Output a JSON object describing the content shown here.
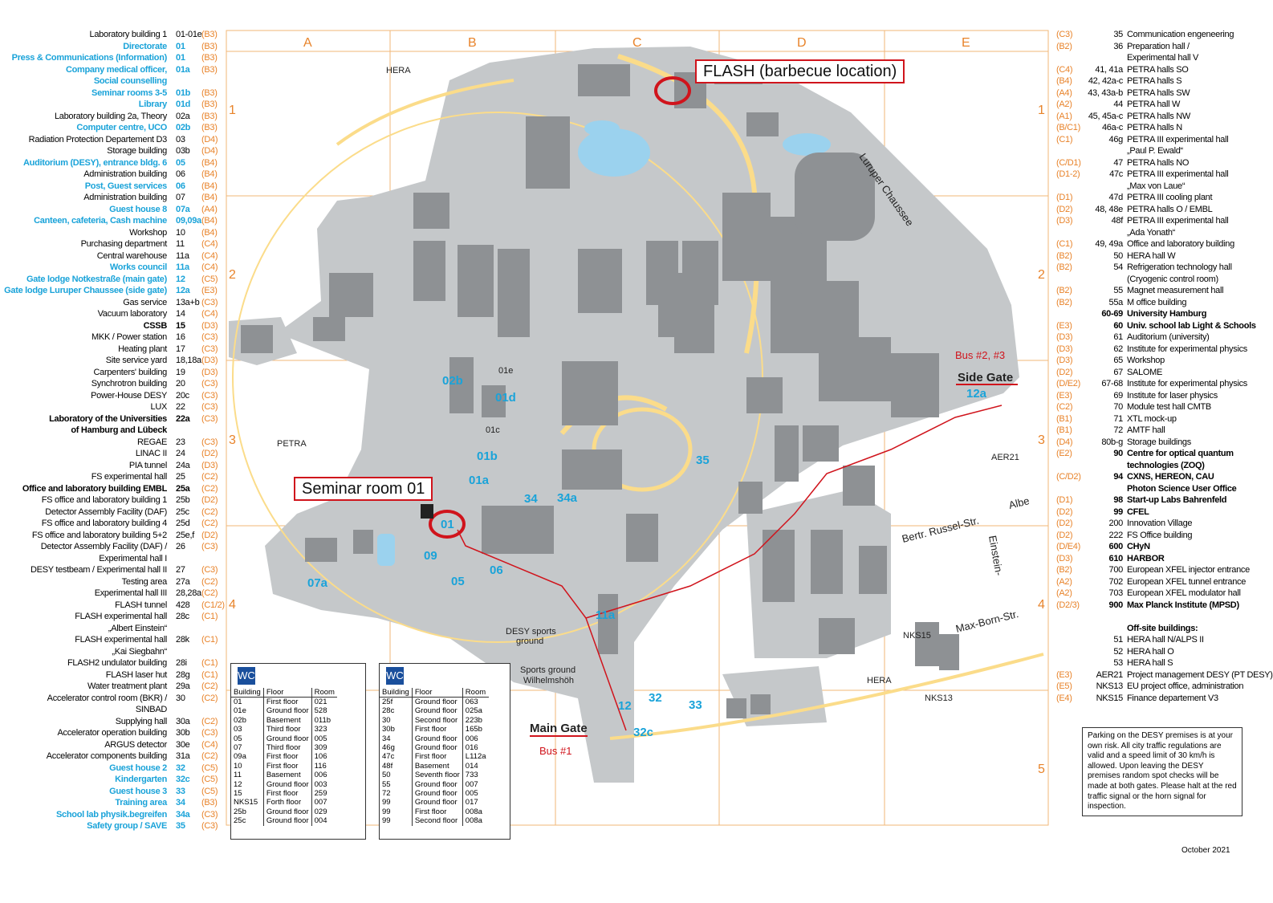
{
  "legend_left": [
    {
      "name": "Laboratory building 1",
      "no": "01-01e",
      "grid": "(B3)",
      "style": ""
    },
    {
      "name": "Directorate",
      "no": "01",
      "grid": "(B3)",
      "style": "hl"
    },
    {
      "name": "Press & Communications (Information)",
      "no": "01",
      "grid": "(B3)",
      "style": "hl"
    },
    {
      "name": "Company medical officer,",
      "no": "01a",
      "grid": "(B3)",
      "style": "hl"
    },
    {
      "name": "Social counselling",
      "no": "",
      "grid": "",
      "style": "hl"
    },
    {
      "name": "Seminar rooms 3-5",
      "no": "01b",
      "grid": "(B3)",
      "style": "hl"
    },
    {
      "name": "Library",
      "no": "01d",
      "grid": "(B3)",
      "style": "hl"
    },
    {
      "name": "Laboratory building 2a, Theory",
      "no": "02a",
      "grid": "(B3)",
      "style": ""
    },
    {
      "name": "Computer centre, UCO",
      "no": "02b",
      "grid": "(B3)",
      "style": "hl"
    },
    {
      "name": "Radiation Protection Departement D3",
      "no": "03",
      "grid": "(D4)",
      "style": ""
    },
    {
      "name": "Storage building",
      "no": "03b",
      "grid": "(D4)",
      "style": ""
    },
    {
      "name": "Auditorium (DESY), entrance bldg. 6",
      "no": "05",
      "grid": "(B4)",
      "style": "hl"
    },
    {
      "name": "Administration building",
      "no": "06",
      "grid": "(B4)",
      "style": ""
    },
    {
      "name": "Post, Guest services",
      "no": "06",
      "grid": "(B4)",
      "style": "hl"
    },
    {
      "name": "Administration building",
      "no": "07",
      "grid": "(B4)",
      "style": ""
    },
    {
      "name": "Guest house 8",
      "no": "07a",
      "grid": "(A4)",
      "style": "hl"
    },
    {
      "name": "Canteen, cafeteria, Cash machine",
      "no": "09,09a",
      "grid": "(B4)",
      "style": "hl"
    },
    {
      "name": "Workshop",
      "no": "10",
      "grid": "(B4)",
      "style": ""
    },
    {
      "name": "Purchasing department",
      "no": "11",
      "grid": "(C4)",
      "style": ""
    },
    {
      "name": "Central warehouse",
      "no": "11a",
      "grid": "(C4)",
      "style": ""
    },
    {
      "name": "Works council",
      "no": "11a",
      "grid": "(C4)",
      "style": "hl"
    },
    {
      "name": "Gate lodge Notkestraße (main gate)",
      "no": "12",
      "grid": "(C5)",
      "style": "hl"
    },
    {
      "name": "Gate lodge Luruper Chaussee (side gate)",
      "no": "12a",
      "grid": "(E3)",
      "style": "hl"
    },
    {
      "name": "Gas service",
      "no": "13a+b",
      "grid": "(C3)",
      "style": ""
    },
    {
      "name": "Vacuum laboratory",
      "no": "14",
      "grid": "(C4)",
      "style": ""
    },
    {
      "name": "CSSB",
      "no": "15",
      "grid": "(D3)",
      "style": "bd"
    },
    {
      "name": "MKK / Power station",
      "no": "16",
      "grid": "(C3)",
      "style": ""
    },
    {
      "name": "Heating plant",
      "no": "17",
      "grid": "(C3)",
      "style": ""
    },
    {
      "name": "Site service yard",
      "no": "18,18a",
      "grid": "(D3)",
      "style": ""
    },
    {
      "name": "Carpenters' building",
      "no": "19",
      "grid": "(D3)",
      "style": ""
    },
    {
      "name": "Synchrotron building",
      "no": "20",
      "grid": "(C3)",
      "style": ""
    },
    {
      "name": "Power-House DESY",
      "no": "20c",
      "grid": "(C3)",
      "style": ""
    },
    {
      "name": "LUX",
      "no": "22",
      "grid": "(C3)",
      "style": ""
    },
    {
      "name": "Laboratory of the Universities",
      "no": "22a",
      "grid": "(C3)",
      "style": "bd"
    },
    {
      "name": "of Hamburg and Lübeck",
      "no": "",
      "grid": "",
      "style": "bd"
    },
    {
      "name": "REGAE",
      "no": "23",
      "grid": "(C3)",
      "style": ""
    },
    {
      "name": "LINAC II",
      "no": "24",
      "grid": "(D2)",
      "style": ""
    },
    {
      "name": "PIA tunnel",
      "no": "24a",
      "grid": "(D3)",
      "style": ""
    },
    {
      "name": "FS experimental hall",
      "no": "25",
      "grid": "(C2)",
      "style": ""
    },
    {
      "name": "Office and laboratory building EMBL",
      "no": "25a",
      "grid": "(C2)",
      "style": "bd"
    },
    {
      "name": "FS office and laboratory building 1",
      "no": "25b",
      "grid": "(D2)",
      "style": ""
    },
    {
      "name": "Detector Assembly Facility (DAF)",
      "no": "25c",
      "grid": "(C2)",
      "style": ""
    },
    {
      "name": "FS office and laboratory building 4",
      "no": "25d",
      "grid": "(C2)",
      "style": ""
    },
    {
      "name": "FS office and laboratory building 5+2",
      "no": "25e,f",
      "grid": "(D2)",
      "style": ""
    },
    {
      "name": "Detector Assembly Facility (DAF) /",
      "no": "26",
      "grid": "(C3)",
      "style": ""
    },
    {
      "name": "Experimental hall I",
      "no": "",
      "grid": "",
      "style": ""
    },
    {
      "name": "DESY testbeam / Experimental hall II",
      "no": "27",
      "grid": "(C3)",
      "style": ""
    },
    {
      "name": "Testing area",
      "no": "27a",
      "grid": "(C2)",
      "style": ""
    },
    {
      "name": "Experimental hall III",
      "no": "28,28a",
      "grid": "(C2)",
      "style": ""
    },
    {
      "name": "FLASH tunnel",
      "no": "428",
      "grid": "(C1/2)",
      "style": ""
    },
    {
      "name": "FLASH experimental hall",
      "no": "28c",
      "grid": "(C1)",
      "style": ""
    },
    {
      "name": "„Albert Einstein“",
      "no": "",
      "grid": "",
      "style": ""
    },
    {
      "name": "FLASH experimental hall",
      "no": "28k",
      "grid": "(C1)",
      "style": ""
    },
    {
      "name": "„Kai Siegbahn“",
      "no": "",
      "grid": "",
      "style": ""
    },
    {
      "name": "FLASH2 undulator building",
      "no": "28i",
      "grid": "(C1)",
      "style": ""
    },
    {
      "name": "FLASH laser hut",
      "no": "28g",
      "grid": "(C1)",
      "style": ""
    },
    {
      "name": "Water treatment plant",
      "no": "29a",
      "grid": "(C2)",
      "style": ""
    },
    {
      "name": "Accelerator control room (BKR) /",
      "no": "30",
      "grid": "(C2)",
      "style": ""
    },
    {
      "name": "SINBAD",
      "no": "",
      "grid": "",
      "style": ""
    },
    {
      "name": "Supplying hall",
      "no": "30a",
      "grid": "(C2)",
      "style": ""
    },
    {
      "name": "Accelerator operation building",
      "no": "30b",
      "grid": "(C3)",
      "style": ""
    },
    {
      "name": "ARGUS detector",
      "no": "30e",
      "grid": "(C4)",
      "style": ""
    },
    {
      "name": "Accelerator components building",
      "no": "31a",
      "grid": "(C2)",
      "style": ""
    },
    {
      "name": "Guest house 2",
      "no": "32",
      "grid": "(C5)",
      "style": "hl"
    },
    {
      "name": "Kindergarten",
      "no": "32c",
      "grid": "(C5)",
      "style": "hl"
    },
    {
      "name": "Guest house 3",
      "no": "33",
      "grid": "(C5)",
      "style": "hl"
    },
    {
      "name": "Training area",
      "no": "34",
      "grid": "(B3)",
      "style": "hl"
    },
    {
      "name": "School lab physik.begreifen",
      "no": "34a",
      "grid": "(C3)",
      "style": "hl"
    },
    {
      "name": "Safety group / SAVE",
      "no": "35",
      "grid": "(C3)",
      "style": "hl"
    }
  ],
  "legend_right": [
    {
      "grid": "(C3)",
      "no": "35",
      "name": "Communication engeneering",
      "style": ""
    },
    {
      "grid": "(B2)",
      "no": "36",
      "name": "Preparation hall /",
      "style": ""
    },
    {
      "grid": "",
      "no": "",
      "name": "Experimental hall V",
      "style": ""
    },
    {
      "grid": "(C4)",
      "no": "41, 41a",
      "name": "PETRA halls SO",
      "style": ""
    },
    {
      "grid": "(B4)",
      "no": "42, 42a-c",
      "name": "PETRA halls S",
      "style": ""
    },
    {
      "grid": "(A4)",
      "no": "43, 43a-b",
      "name": "PETRA halls SW",
      "style": ""
    },
    {
      "grid": "(A2)",
      "no": "44",
      "name": "PETRA hall W",
      "style": ""
    },
    {
      "grid": "(A1)",
      "no": "45, 45a-c",
      "name": "PETRA halls NW",
      "style": ""
    },
    {
      "grid": "(B/C1)",
      "no": "46a-c",
      "name": "PETRA halls N",
      "style": ""
    },
    {
      "grid": "(C1)",
      "no": "46g",
      "name": "PETRA III experimental hall",
      "style": ""
    },
    {
      "grid": "",
      "no": "",
      "name": "„Paul P. Ewald“",
      "style": ""
    },
    {
      "grid": "(C/D1)",
      "no": "47",
      "name": "PETRA halls NO",
      "style": ""
    },
    {
      "grid": "(D1-2)",
      "no": "47c",
      "name": "PETRA III experimental hall",
      "style": ""
    },
    {
      "grid": "",
      "no": "",
      "name": "„Max von Laue“",
      "style": ""
    },
    {
      "grid": "(D1)",
      "no": "47d",
      "name": "PETRA III cooling plant",
      "style": ""
    },
    {
      "grid": "(D2)",
      "no": "48, 48e",
      "name": "PETRA halls O / EMBL",
      "style": "bdpart"
    },
    {
      "grid": "(D3)",
      "no": "48f",
      "name": "PETRA III experimental hall",
      "style": ""
    },
    {
      "grid": "",
      "no": "",
      "name": "„Ada Yonath“",
      "style": ""
    },
    {
      "grid": "(C1)",
      "no": "49, 49a",
      "name": "Office and laboratory building",
      "style": ""
    },
    {
      "grid": "(B2)",
      "no": "50",
      "name": "HERA hall W",
      "style": ""
    },
    {
      "grid": "(B2)",
      "no": "54",
      "name": "Refrigeration technology hall",
      "style": ""
    },
    {
      "grid": "",
      "no": "",
      "name": "(Cryogenic control room)",
      "style": ""
    },
    {
      "grid": "(B2)",
      "no": "55",
      "name": "Magnet measurement hall",
      "style": ""
    },
    {
      "grid": "(B2)",
      "no": "55a",
      "name": "M office building",
      "style": ""
    },
    {
      "grid": "",
      "no": "60-69",
      "name": "University Hamburg",
      "style": "bd"
    },
    {
      "grid": "(E3)",
      "no": "60",
      "name": "Univ. school lab Light & Schools",
      "style": "bd"
    },
    {
      "grid": "(D3)",
      "no": "61",
      "name": "Auditorium (university)",
      "style": ""
    },
    {
      "grid": "(D3)",
      "no": "62",
      "name": "Institute for experimental physics",
      "style": ""
    },
    {
      "grid": "(D3)",
      "no": "65",
      "name": "Workshop",
      "style": ""
    },
    {
      "grid": "(D2)",
      "no": "67",
      "name": "SALOME",
      "style": ""
    },
    {
      "grid": "(D/E2)",
      "no": "67-68",
      "name": "Institute for experimental physics",
      "style": ""
    },
    {
      "grid": "(E3)",
      "no": "69",
      "name": "Institute for laser physics",
      "style": ""
    },
    {
      "grid": "(C2)",
      "no": "70",
      "name": "Module test hall CMTB",
      "style": ""
    },
    {
      "grid": "(B1)",
      "no": "71",
      "name": "XTL mock-up",
      "style": ""
    },
    {
      "grid": "(B1)",
      "no": "72",
      "name": "AMTF hall",
      "style": ""
    },
    {
      "grid": "(D4)",
      "no": "80b-g",
      "name": "Storage buildings",
      "style": ""
    },
    {
      "grid": "(E2)",
      "no": "90",
      "name": "Centre for optical quantum",
      "style": "bd"
    },
    {
      "grid": "",
      "no": "",
      "name": "technologies (ZOQ)",
      "style": "bd"
    },
    {
      "grid": "(C/D2)",
      "no": "94",
      "name": "CXNS, HEREON, CAU",
      "style": "bd"
    },
    {
      "grid": "",
      "no": "",
      "name": "Photon Science User Office",
      "style": "bd"
    },
    {
      "grid": "(D1)",
      "no": "98",
      "name": "Start-up Labs Bahrenfeld",
      "style": "bd"
    },
    {
      "grid": "(D2)",
      "no": "99",
      "name": "CFEL",
      "style": "bd"
    },
    {
      "grid": "(D2)",
      "no": "200",
      "name": "Innovation Village",
      "style": ""
    },
    {
      "grid": "(D2)",
      "no": "222",
      "name": "FS Office building",
      "style": ""
    },
    {
      "grid": "(D/E4)",
      "no": "600",
      "name": "CHyN",
      "style": "bd"
    },
    {
      "grid": "(D3)",
      "no": "610",
      "name": "HARBOR",
      "style": "bd"
    },
    {
      "grid": "(B2)",
      "no": "700",
      "name": "European XFEL injector entrance",
      "style": ""
    },
    {
      "grid": "(A2)",
      "no": "702",
      "name": "European XFEL tunnel entrance",
      "style": ""
    },
    {
      "grid": "(A2)",
      "no": "703",
      "name": "European XFEL modulator hall",
      "style": ""
    },
    {
      "grid": "(D2/3)",
      "no": "900",
      "name": "Max Planck Institute (MPSD)",
      "style": "bd"
    },
    {
      "grid": "",
      "no": "",
      "name": "",
      "style": ""
    },
    {
      "grid": "",
      "no": "",
      "name": "Off-site buildings:",
      "style": "bd"
    },
    {
      "grid": "",
      "no": "51",
      "name": "HERA hall N/ALPS II",
      "style": ""
    },
    {
      "grid": "",
      "no": "52",
      "name": "HERA hall O",
      "style": ""
    },
    {
      "grid": "",
      "no": "53",
      "name": "HERA hall S",
      "style": ""
    },
    {
      "grid": "(E3)",
      "no": "AER21",
      "name": "Project management DESY (PT DESY)",
      "style": ""
    },
    {
      "grid": "(E5)",
      "no": "NKS13",
      "name": "EU project office, administration",
      "style": ""
    },
    {
      "grid": "(E4)",
      "no": "NKS15",
      "name": "Finance departement V3",
      "style": ""
    }
  ],
  "grid": {
    "columns": [
      "A",
      "B",
      "C",
      "D",
      "E"
    ],
    "rows": [
      "1",
      "2",
      "3",
      "4",
      "5"
    ]
  },
  "map_labels": {
    "hera_top": "HERA",
    "petra": "PETRA",
    "hera_right": "HERA",
    "luruper": "Luruper Chaussee",
    "bertr": "Bertr. Russel-Str.",
    "albe": "Albe",
    "einstein": "Einstein-",
    "maxborn": "Max-Born-Str.",
    "sports": "Sports ground",
    "wilhelm": "Wilhelmshöh",
    "desysports": "DESY sports",
    "ground": "ground",
    "nks15": "NKS15",
    "nks13": "NKS13",
    "aer21": "AER21"
  },
  "blue_labels": [
    "02b",
    "01d",
    "01e",
    "01c",
    "01b",
    "01a",
    "01",
    "34",
    "34a",
    "35",
    "09",
    "05",
    "06",
    "07a",
    "11a",
    "12",
    "32",
    "33",
    "32c",
    "12a"
  ],
  "annotations": {
    "flash": "FLASH (barbecue location)",
    "seminar": "Seminar room 01",
    "bus23": "Bus #2, #3",
    "bus1": "Bus #1",
    "side_gate": "Side Gate",
    "main_gate": "Main Gate"
  },
  "wc1": {
    "icon": "WC",
    "headers": [
      "Building",
      "Floor",
      "Room"
    ],
    "rows": [
      [
        "01",
        "First floor",
        "021"
      ],
      [
        "01e",
        "Ground floor",
        "528"
      ],
      [
        "02b",
        "Basement",
        "011b"
      ],
      [
        "03",
        "Third floor",
        "323"
      ],
      [
        "05",
        "Ground floor",
        "005"
      ],
      [
        "07",
        "Third floor",
        "309"
      ],
      [
        "09a",
        "First floor",
        "106"
      ],
      [
        "10",
        "First floor",
        "116"
      ],
      [
        "11",
        "Basement",
        "006"
      ],
      [
        "12",
        "Ground floor",
        "003"
      ],
      [
        "15",
        "First floor",
        "259"
      ],
      [
        "NKS15",
        "Forth floor",
        "007"
      ],
      [
        "25b",
        "Ground floor",
        "029"
      ],
      [
        "25c",
        "Ground floor",
        "004"
      ]
    ]
  },
  "wc2": {
    "icon": "WC",
    "headers": [
      "Building",
      "Floor",
      "Room"
    ],
    "rows": [
      [
        "25f",
        "Ground floor",
        "063"
      ],
      [
        "28c",
        "Ground floor",
        "025a"
      ],
      [
        "30",
        "Second floor",
        "223b"
      ],
      [
        "30b",
        "First floor",
        "165b"
      ],
      [
        "34",
        "Ground floor",
        "006"
      ],
      [
        "46g",
        "Ground floor",
        "016"
      ],
      [
        "47c",
        "First floor",
        "L112a"
      ],
      [
        "48f",
        "Basement",
        "014"
      ],
      [
        "50",
        "Seventh floor",
        "733"
      ],
      [
        "55",
        "Ground floor",
        "007"
      ],
      [
        "72",
        "Ground floor",
        "005"
      ],
      [
        "99",
        "Ground floor",
        "017"
      ],
      [
        "99",
        "First floor",
        "008a"
      ],
      [
        "99",
        "Second floor",
        "008a"
      ]
    ]
  },
  "parking_text": "Parking on the DESY premises is at your own risk. All city traffic regulations are valid and a speed limit of 30 km/h is allowed. Upon leaving the DESY premises random spot checks will be made at both gates. Please halt at the red traffic signal or the horn signal for inspection.",
  "date": "October 2021",
  "colors": {
    "accent": "#1aa3d9",
    "grid": "#e8832a",
    "annotation": "#d0141c",
    "building": "#8e9194",
    "ground": "#c5c8ca"
  }
}
